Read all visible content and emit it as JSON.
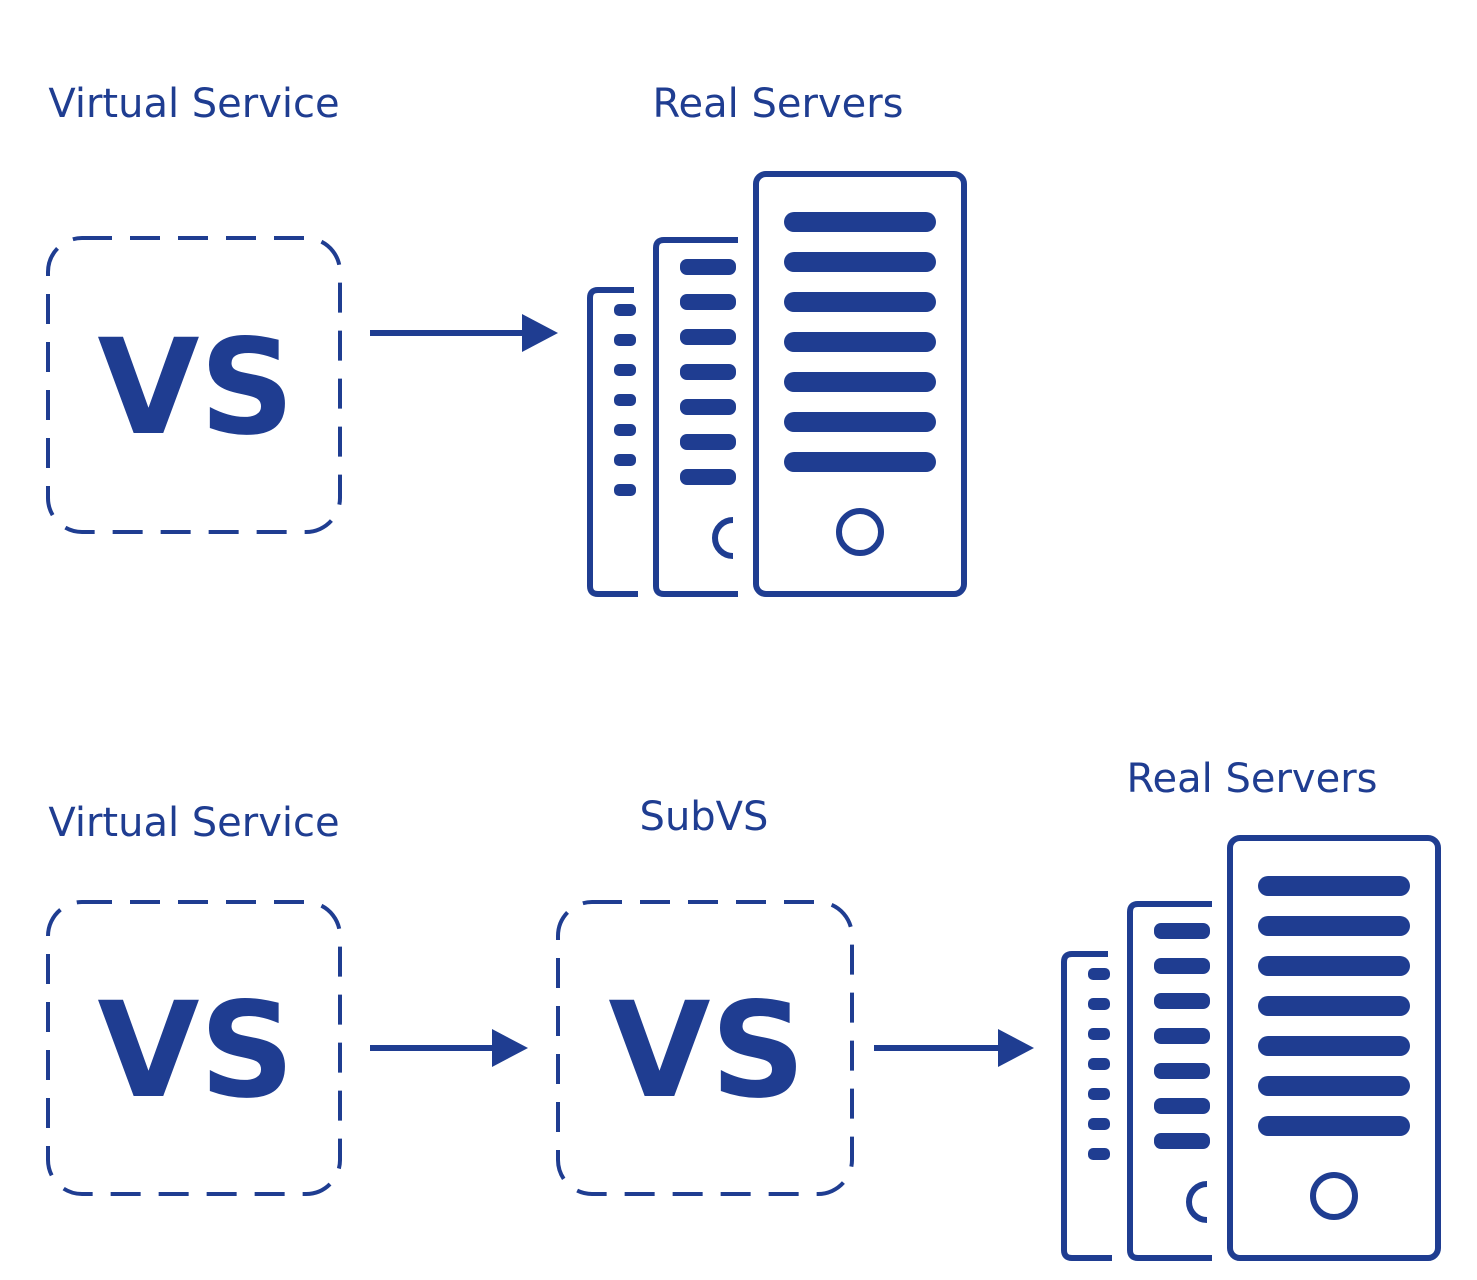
{
  "colors": {
    "stroke": "#1f3d91",
    "background": "#ffffff"
  },
  "rows": [
    {
      "virtual_service_label": "Virtual Service",
      "vs_box_text": "VS",
      "real_servers_label": "Real Servers"
    },
    {
      "virtual_service_label": "Virtual Service",
      "vs_box_text": "VS",
      "subvs_label": "SubVS",
      "subvs_box_text": "VS",
      "real_servers_label": "Real Servers"
    }
  ],
  "icons": [
    "dashed-box-icon",
    "arrow-right-icon",
    "server-stack-icon"
  ]
}
